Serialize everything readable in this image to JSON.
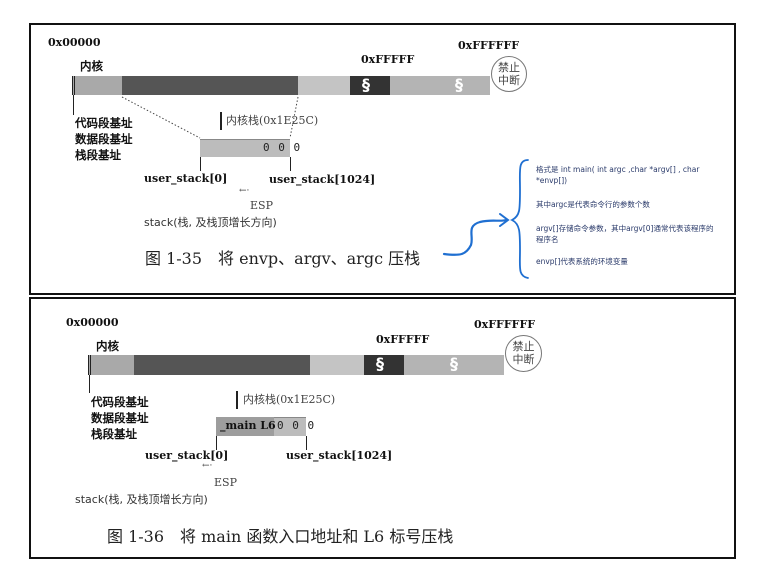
{
  "figure1": {
    "addr_start": "0x00000",
    "addr_64k": "0xFFFFF",
    "addr_end": "0xFFFFFF",
    "kernel": "内核",
    "stop_line1": "禁止",
    "stop_line2": "中断",
    "seg_labels": [
      "代码段基址",
      "数据段基址",
      "栈段基址"
    ],
    "kernel_stack": "内核栈(0x1E25C)",
    "stack_cells": "0 0 0",
    "user_stack_0": "user_stack[0]",
    "user_stack_1024": "user_stack[1024]",
    "esp": "ESP",
    "stack_note": "stack(栈, 及栈顶增长方向)",
    "caption": "图 1-35　将 envp、argv、argc 压栈"
  },
  "annotation": {
    "lines": [
      "格式是 int main( int argc ,char *argv[] , char *envp[])",
      "其中argc是代表命令行的参数个数",
      "argv[]存储命令参数，其中argv[0]通常代表该程序的程序名",
      "envp[]代表系统的环境变量"
    ],
    "color": "#1f6fd1"
  },
  "figure2": {
    "addr_start": "0x00000",
    "addr_64k": "0xFFFFF",
    "addr_end": "0xFFFFFF",
    "kernel": "内核",
    "stop_line1": "禁止",
    "stop_line2": "中断",
    "seg_labels": [
      "代码段基址",
      "数据段基址",
      "栈段基址"
    ],
    "kernel_stack": "内核栈(0x1E25C)",
    "stack_main": "_main L6",
    "stack_cells": "0 0 0",
    "user_stack_0": "user_stack[0]",
    "user_stack_1024": "user_stack[1024]",
    "esp": "ESP",
    "stack_note": "stack(栈, 及栈顶增长方向)",
    "caption": "图 1-36　将 main 函数入口地址和 L6 标号压栈"
  }
}
